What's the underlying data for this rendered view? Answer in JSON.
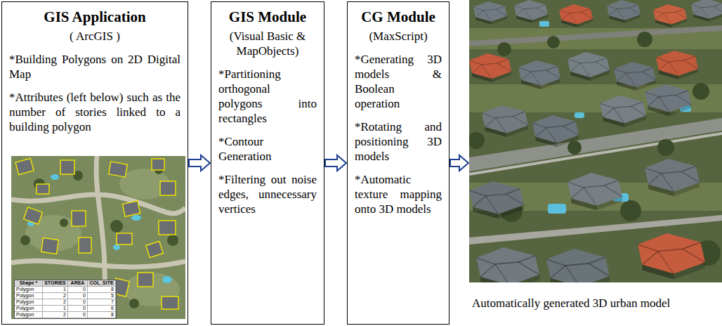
{
  "diagram": {
    "nodes": [
      {
        "text": [
          "GIS Application",
          "( ArcGIS )",
          "*Building Polygons on 2D Digital Map",
          "*Attributes (left below) such as the number of stories linked to a building polygon"
        ]
      },
      {
        "text": [
          "GIS Module",
          "(Visual Basic & MapObjects)",
          "*Partitioning orthogonal polygons into rectangles",
          "*Contour Generation",
          "*Filtering out noise edges, unnecessary vertices"
        ]
      },
      {
        "text": [
          "CG Module",
          "(MaxScript)",
          "*Generating 3D models & Boolean operation",
          "*Rotating and positioning 3D models",
          "*Automatic texture mapping onto 3D models"
        ]
      },
      {
        "text": [
          "Automatically generated 3D urban model"
        ]
      }
    ],
    "edges": [
      {
        "from": 0,
        "to": 1,
        "arrow": "to"
      },
      {
        "from": 1,
        "to": 2,
        "arrow": "to"
      },
      {
        "from": 2,
        "to": 3,
        "arrow": "to"
      }
    ],
    "labels": [
      "Shape *",
      "STORIES",
      "AREA",
      "COL_SITE",
      "Polygon",
      "1",
      "0",
      "8",
      "Polygon",
      "2",
      "0",
      "5",
      "Polygon",
      "2",
      "0",
      "7",
      "Polygon",
      "1",
      "0",
      "6",
      "Polygon",
      "2",
      "0",
      "8"
    ]
  }
}
